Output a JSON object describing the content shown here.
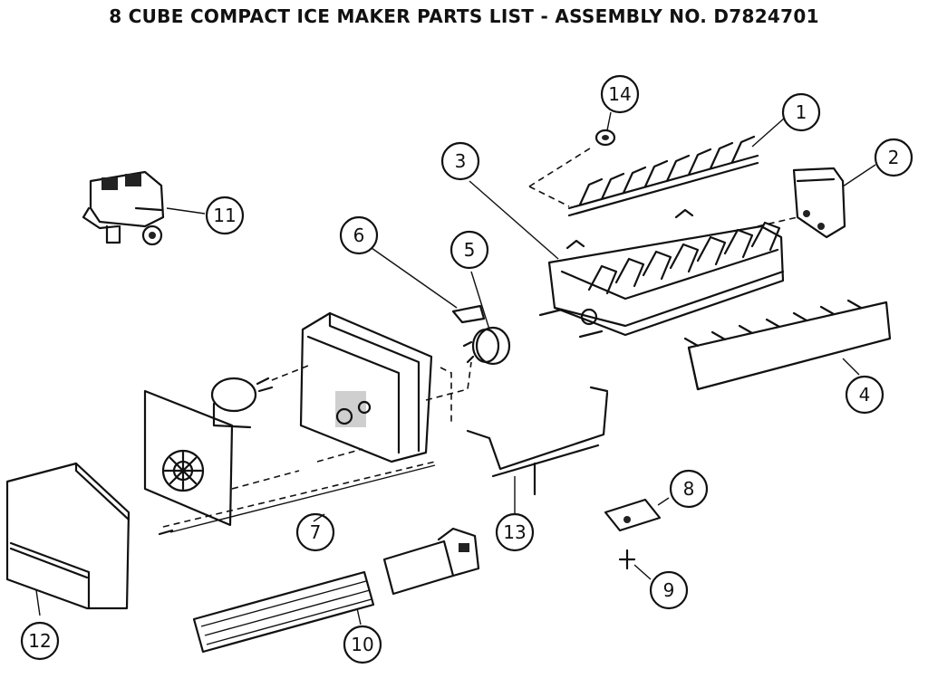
{
  "title": "8 CUBE COMPACT ICE MAKER PARTS LIST  -  ASSEMBLY NO. D7824701",
  "callouts": [
    "1",
    "2",
    "3",
    "4",
    "5",
    "6",
    "7",
    "8",
    "9",
    "10",
    "11",
    "12",
    "13",
    "14"
  ]
}
